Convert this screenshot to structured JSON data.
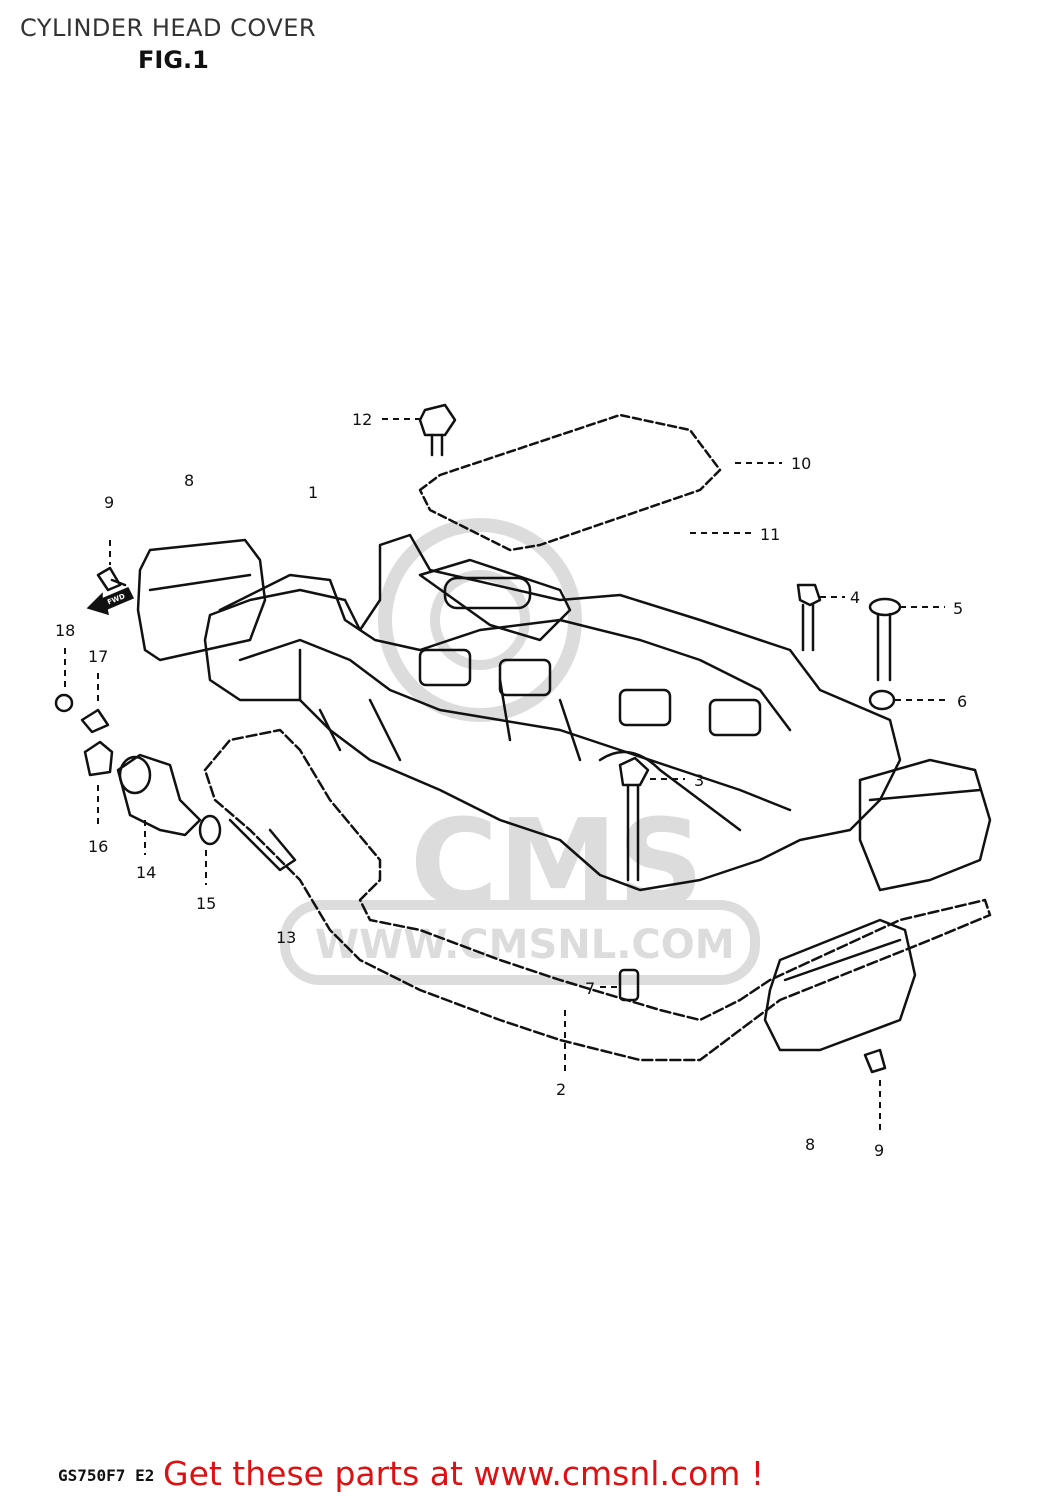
{
  "page_title": "CYLINDER HEAD COVER",
  "figure_label": "FIG.1",
  "model_code": "GS750F7 E2",
  "fwd_arrow_text": "FWD",
  "watermark": {
    "brand": "CMS",
    "url": "WWW.CMSNL.COM",
    "color": "#dcdcdc"
  },
  "promo_text": "Get these parts at www.cmsnl.com !",
  "promo_color": "#dd1111",
  "callouts": [
    {
      "id": "1",
      "label": "1"
    },
    {
      "id": "2",
      "label": "2"
    },
    {
      "id": "3",
      "label": "3"
    },
    {
      "id": "4",
      "label": "4"
    },
    {
      "id": "5",
      "label": "5"
    },
    {
      "id": "6",
      "label": "6"
    },
    {
      "id": "7",
      "label": "7"
    },
    {
      "id": "8a",
      "label": "8"
    },
    {
      "id": "8b",
      "label": "8"
    },
    {
      "id": "9a",
      "label": "9"
    },
    {
      "id": "9b",
      "label": "9"
    },
    {
      "id": "10",
      "label": "10"
    },
    {
      "id": "11",
      "label": "11"
    },
    {
      "id": "12",
      "label": "12"
    },
    {
      "id": "13",
      "label": "13"
    },
    {
      "id": "14",
      "label": "14"
    },
    {
      "id": "15",
      "label": "15"
    },
    {
      "id": "16",
      "label": "16"
    },
    {
      "id": "17",
      "label": "17"
    },
    {
      "id": "18",
      "label": "18"
    }
  ]
}
